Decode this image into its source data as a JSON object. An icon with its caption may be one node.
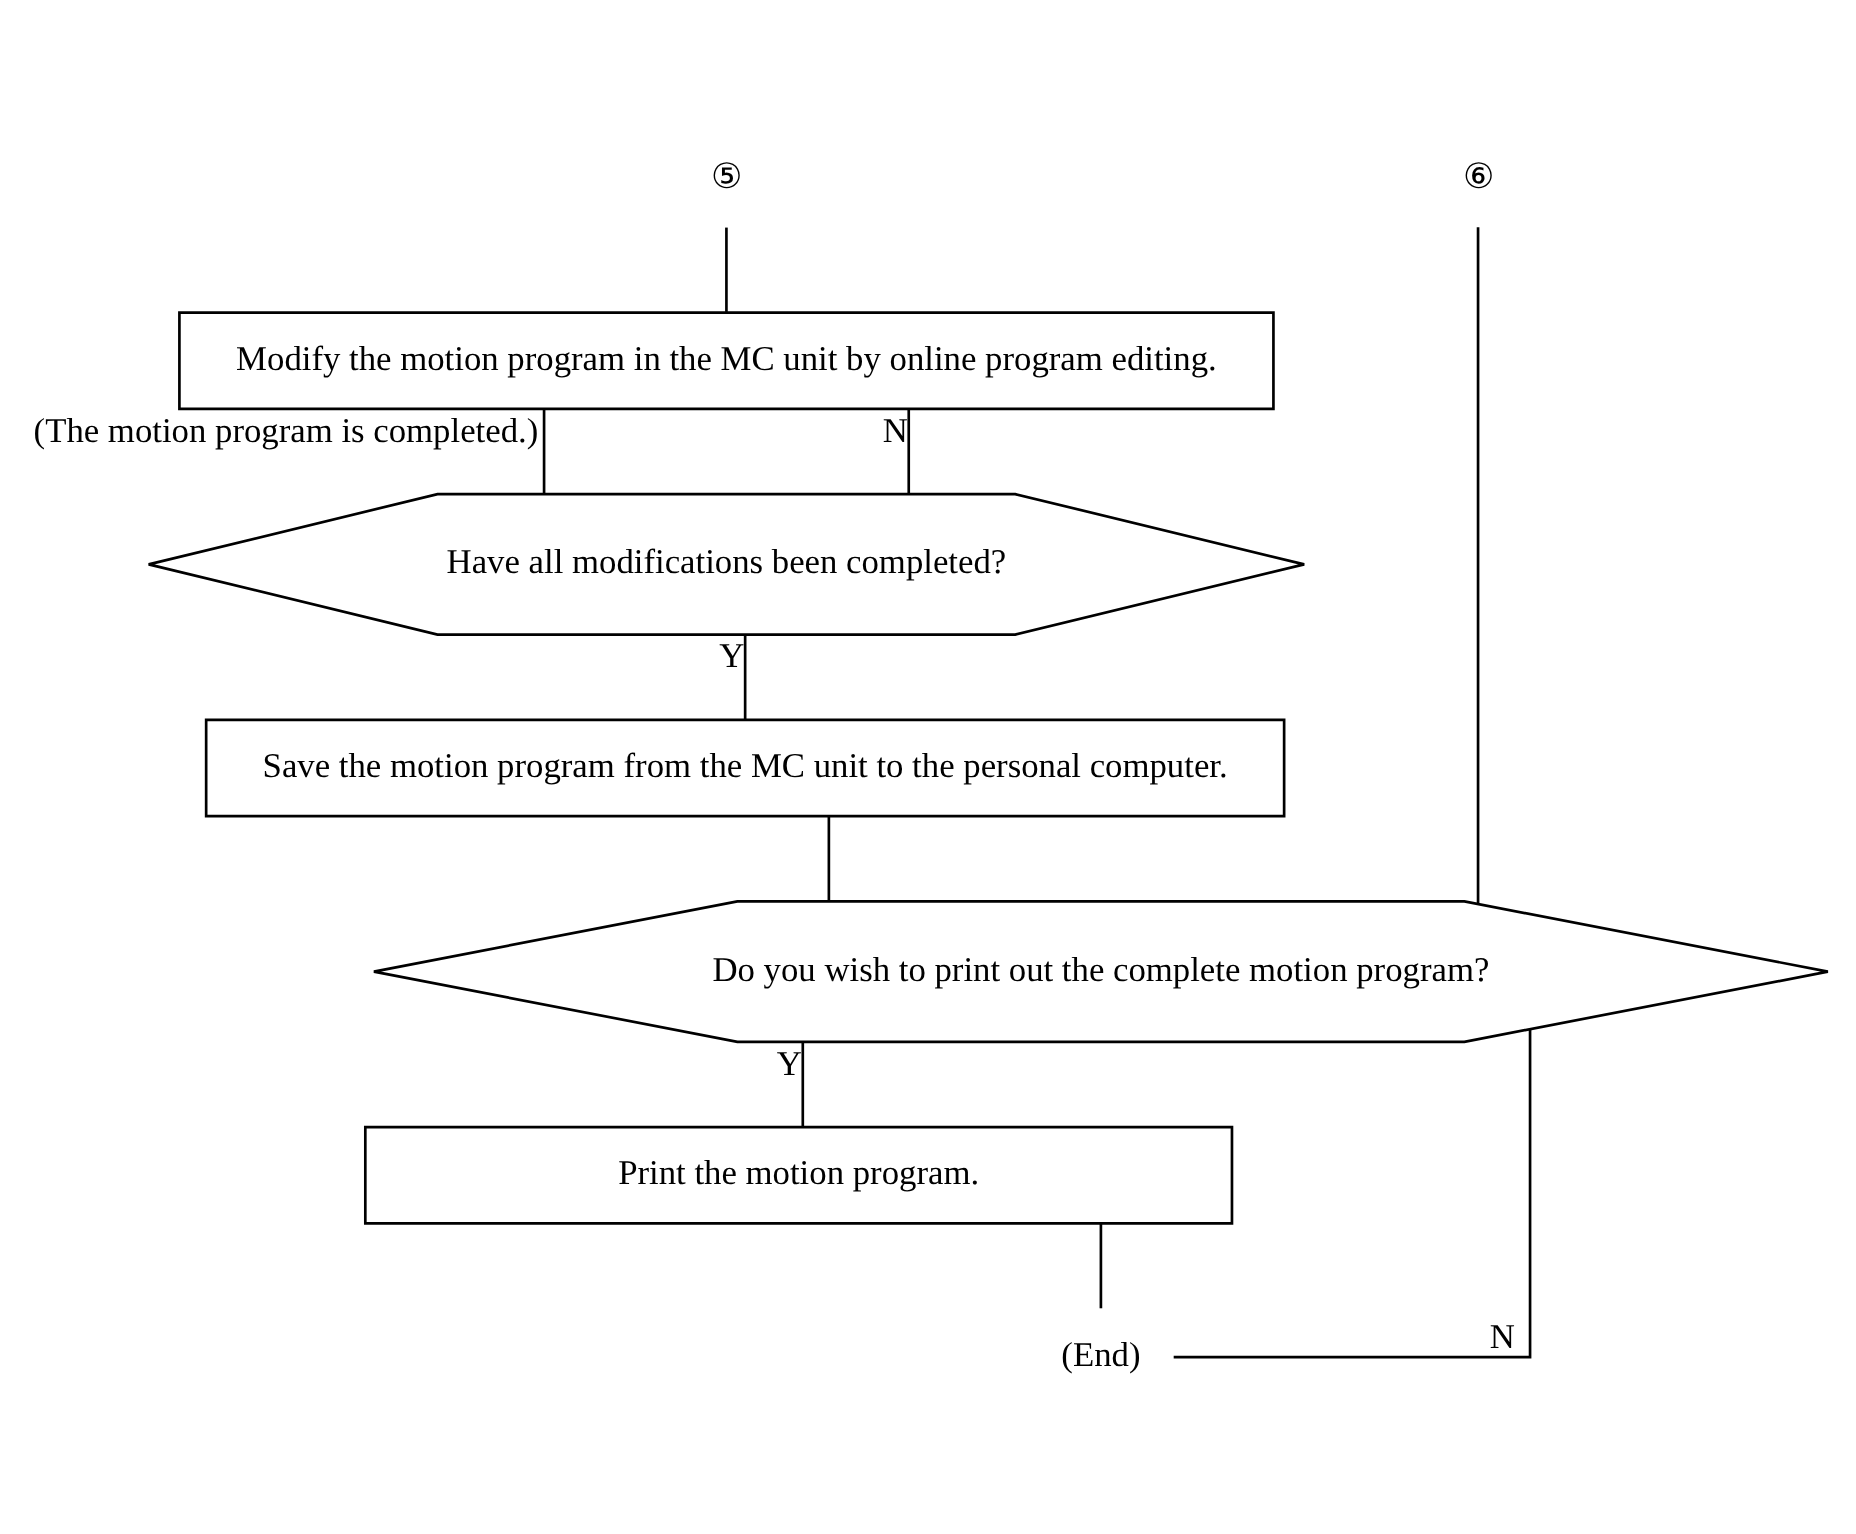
{
  "diagram": {
    "nodes": [
      {
        "text": [
          "⑤"
        ]
      },
      {
        "text": [
          "⑥"
        ]
      },
      {
        "text": [
          "Modify the motion program in the MC unit by online program editing."
        ]
      },
      {
        "text": [
          "Have all modifications been completed?"
        ]
      },
      {
        "text": [
          "Save the motion program from the MC unit to the personal computer."
        ]
      },
      {
        "text": [
          "Do you wish to print out the complete motion program?"
        ]
      },
      {
        "text": [
          "Print the motion program."
        ]
      },
      {
        "text": [
          "(End)"
        ]
      }
    ],
    "edges": [
      {
        "from": 0,
        "to": 2,
        "arrow": "none"
      },
      {
        "from": 2,
        "to": 3,
        "arrow": "none",
        "label": "(The motion program is completed.)"
      },
      {
        "from": 3,
        "to": 2,
        "arrow": "none",
        "label": "N"
      },
      {
        "from": 3,
        "to": 4,
        "arrow": "none",
        "label": "Y"
      },
      {
        "from": 4,
        "to": 5,
        "arrow": "none"
      },
      {
        "from": 1,
        "to": 5,
        "arrow": "none"
      },
      {
        "from": 5,
        "to": 6,
        "arrow": "none",
        "label": "Y"
      },
      {
        "from": 5,
        "to": 7,
        "arrow": "none",
        "label": "N"
      },
      {
        "from": 6,
        "to": 7,
        "arrow": "none"
      }
    ]
  }
}
